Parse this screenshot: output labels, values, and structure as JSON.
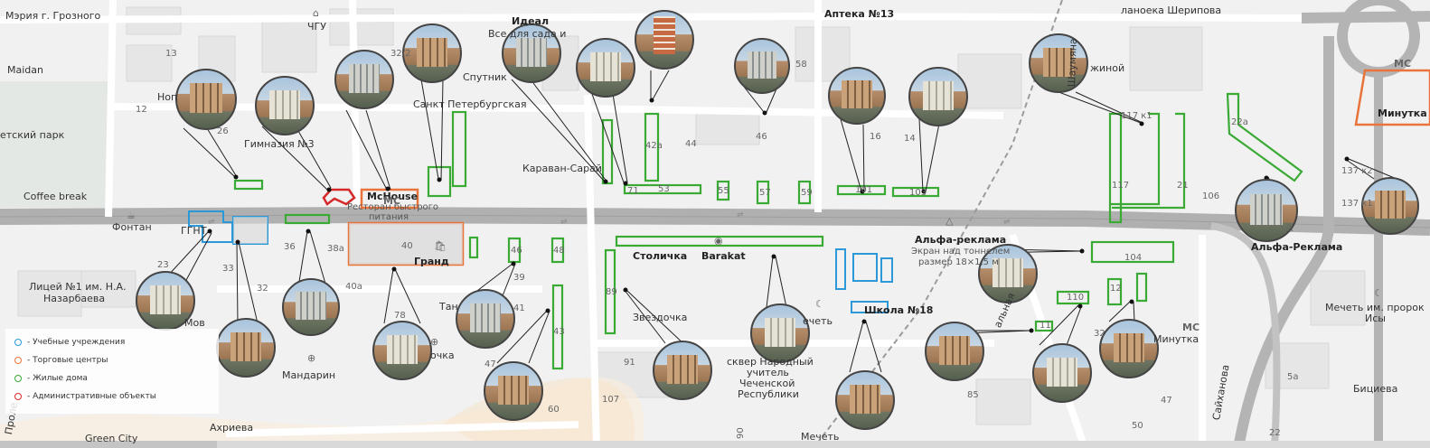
{
  "colors": {
    "education": "#2b98d8",
    "shopping": "#e8743b",
    "residential": "#3aaa35",
    "administrative": "#d62a2a",
    "road": "#a9a9a9",
    "background": "#f1f1f1"
  },
  "legend": {
    "items": [
      {
        "label": "- Учебные учреждения",
        "color": "#2b98d8"
      },
      {
        "label": "- Торговые центры",
        "color": "#e8743b"
      },
      {
        "label": "- Жилые дома",
        "color": "#3aaa35"
      },
      {
        "label": "- Административные объекты",
        "color": "#d62a2a"
      }
    ]
  },
  "labels": {
    "meriya": "Мэрия г. Грозного",
    "chgu": "ЧГУ",
    "ideal": "Идеал",
    "vse_dlya": "Все для сада и",
    "apteka": "Аптека №13",
    "sheripova": "ланоека Шерипова",
    "maidan": "Maidan",
    "sputnik": "Спутник",
    "nop": "Ноп",
    "st_peterburgskaya": "Санкт Петербургская",
    "detskiy_park": "етский парк",
    "gymnasium": "Гимназия №3",
    "karavan": "Караван-Сарай",
    "coffee": "Coffee break",
    "mchouse": "McHouse",
    "restoran": "Ресторан быстрого",
    "pitaniya": "питания",
    "minutka_top": "Минутка",
    "shaumyana": "Шаумяна",
    "zhinoy": "жиной",
    "fontan": "Фонтан",
    "ggnt": "ГГНТ",
    "grand": "Гранд",
    "stolichka": "Столичка",
    "barakat": "Barakat",
    "alfa_reklama": "Альфа-реклама",
    "ekran": "Экран над тоннелем",
    "razmer": "размер 18×1,5 м",
    "alfa_reklama2": "Альфа-Реклама",
    "licey1": "Лицей №1 им. Н.А.",
    "licey2": "Назарбаева",
    "school18": "Школа №18",
    "zvezdochka": "Звездочка",
    "tan": "Тан",
    "mov": "Мов",
    "mandarin": "Мандарин",
    "ochka": "очка",
    "skver1": "сквер Народный",
    "skver2": "учитель",
    "skver3": "Чеченской",
    "skver4": "Республики",
    "echet": "ечеть",
    "minutka2": "Минутка",
    "mechet1": "Мечеть им. пророк",
    "mechet2": "Исы",
    "saykhanova": "Сайханова",
    "bitsieva": "Бициева",
    "akhrieva": "Ахриева",
    "green_city": "Green City",
    "prolet": "Проле",
    "mechet_bottom": "Мечеть",
    "alnaya": "альная"
  },
  "numbers": {
    "n13": "13",
    "n322": "32/2",
    "n26": "26",
    "n12": "12",
    "n58": "58",
    "n16": "16",
    "n14": "14",
    "n46": "46",
    "n44": "44",
    "n42a": "42а",
    "n55": "55",
    "n57": "57",
    "n59": "59",
    "n53": "53",
    "n71": "71",
    "n101": "101",
    "n103": "103",
    "n117k1": "117 к1",
    "n117": "117",
    "n21": "21",
    "n22a": "22а",
    "n106": "106",
    "n137k2": "137 к2",
    "n137k1": "137 к1",
    "n36": "36",
    "n38a": "38а",
    "n40": "40",
    "n33": "33",
    "n32": "32",
    "n23": "23",
    "n40a": "40а",
    "n46b": "46",
    "n48": "48",
    "n39": "39",
    "n41": "41",
    "n43": "43",
    "n47": "47",
    "n78": "78",
    "n60": "60",
    "n89": "89",
    "n91": "91",
    "n107": "107",
    "n104": "104",
    "n110": "110",
    "n12b": "12",
    "n11": "11",
    "n32b": "32",
    "n85": "85",
    "n47b": "47",
    "n50": "50",
    "n5a": "5а",
    "n90": "90",
    "n22": "22"
  },
  "brand": {
    "mc": "MC",
    "mc2": "MC",
    "mc3": "MC"
  }
}
